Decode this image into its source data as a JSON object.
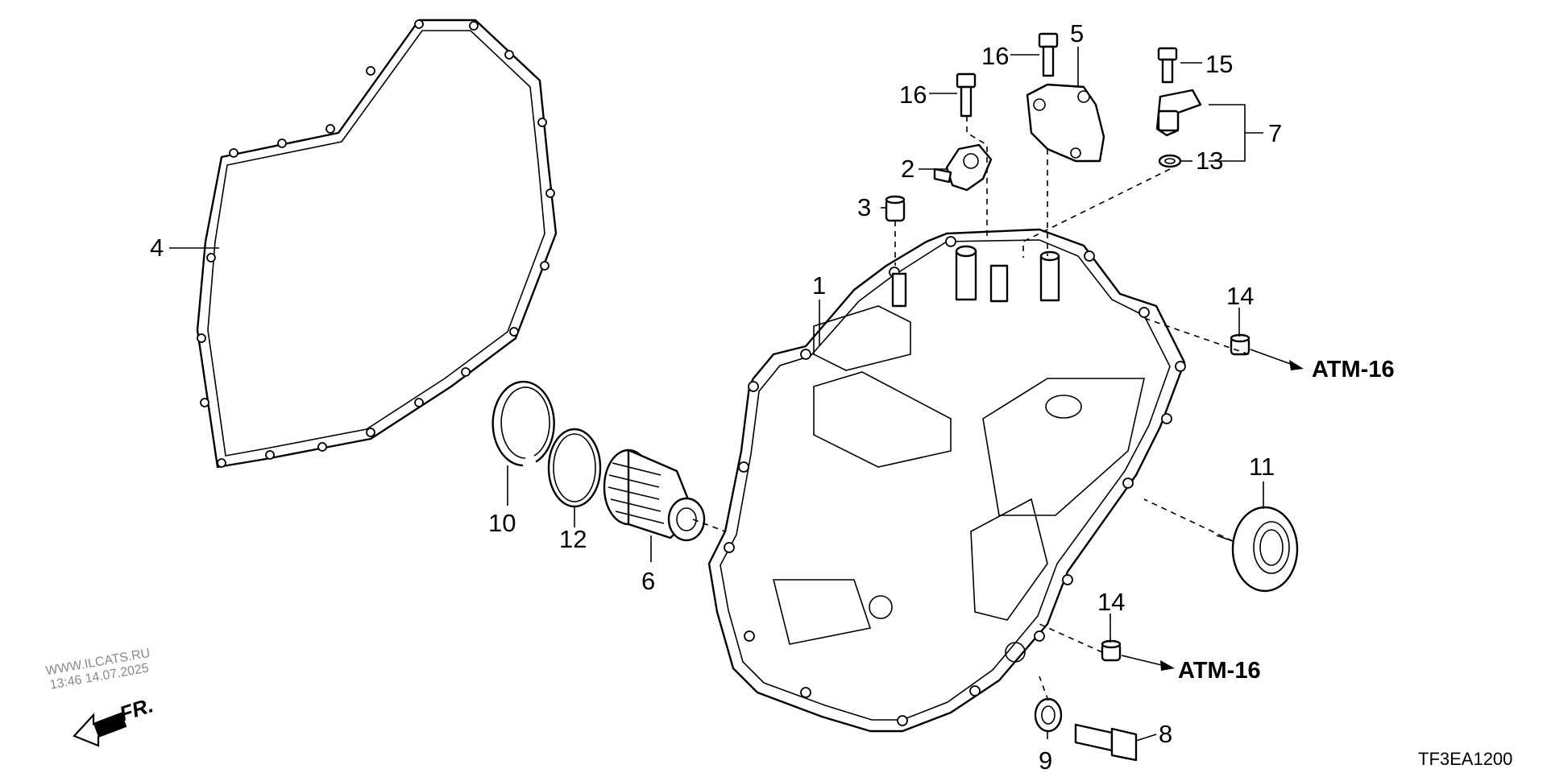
{
  "callouts": {
    "c1": "1",
    "c2": "2",
    "c3": "3",
    "c4": "4",
    "c5": "5",
    "c6": "6",
    "c7": "7",
    "c8": "8",
    "c9": "9",
    "c10": "10",
    "c11": "11",
    "c12": "12",
    "c13": "13",
    "c14a": "14",
    "c14b": "14",
    "c15": "15",
    "c16a": "16",
    "c16b": "16"
  },
  "references": {
    "upper": "ATM-16",
    "lower": "ATM-16"
  },
  "diagram_code": "TF3EA1200",
  "watermark": {
    "site": "WWW.ILCATS.RU",
    "stamp": "13:46 14.07.2025"
  },
  "front_indicator": "FR."
}
